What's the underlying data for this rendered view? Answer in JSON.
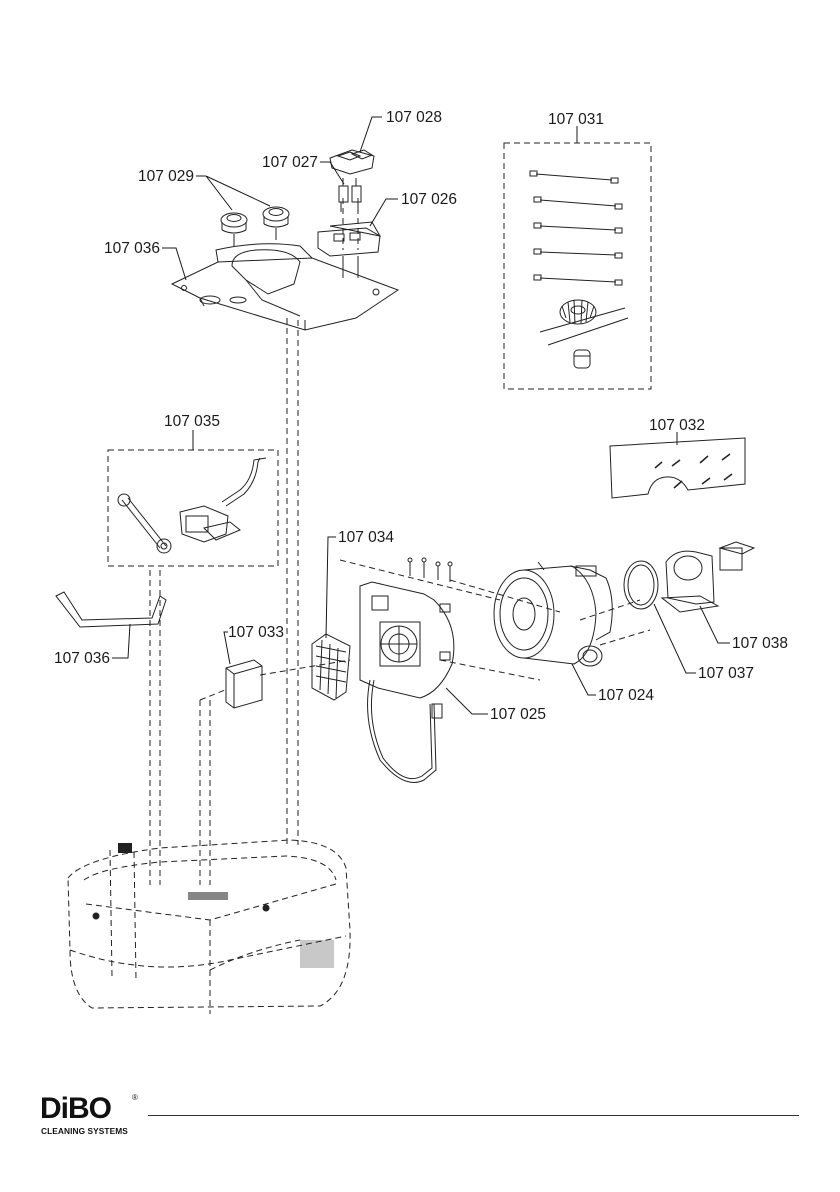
{
  "labels": {
    "p107028": "107 028",
    "p107027": "107 027",
    "p107029": "107 029",
    "p107026": "107 026",
    "p107036_top": "107 036",
    "p107031": "107 031",
    "p107035": "107 035",
    "p107032": "107 032",
    "p107034": "107 034",
    "p107033": "107 033",
    "p107036_bottom": "107 036",
    "p107038": "107 038",
    "p107037": "107 037",
    "p107024": "107 024",
    "p107025": "107 025"
  },
  "footer": {
    "brand": "DiBO",
    "registered": "®",
    "subtitle": "CLEANING SYSTEMS"
  }
}
